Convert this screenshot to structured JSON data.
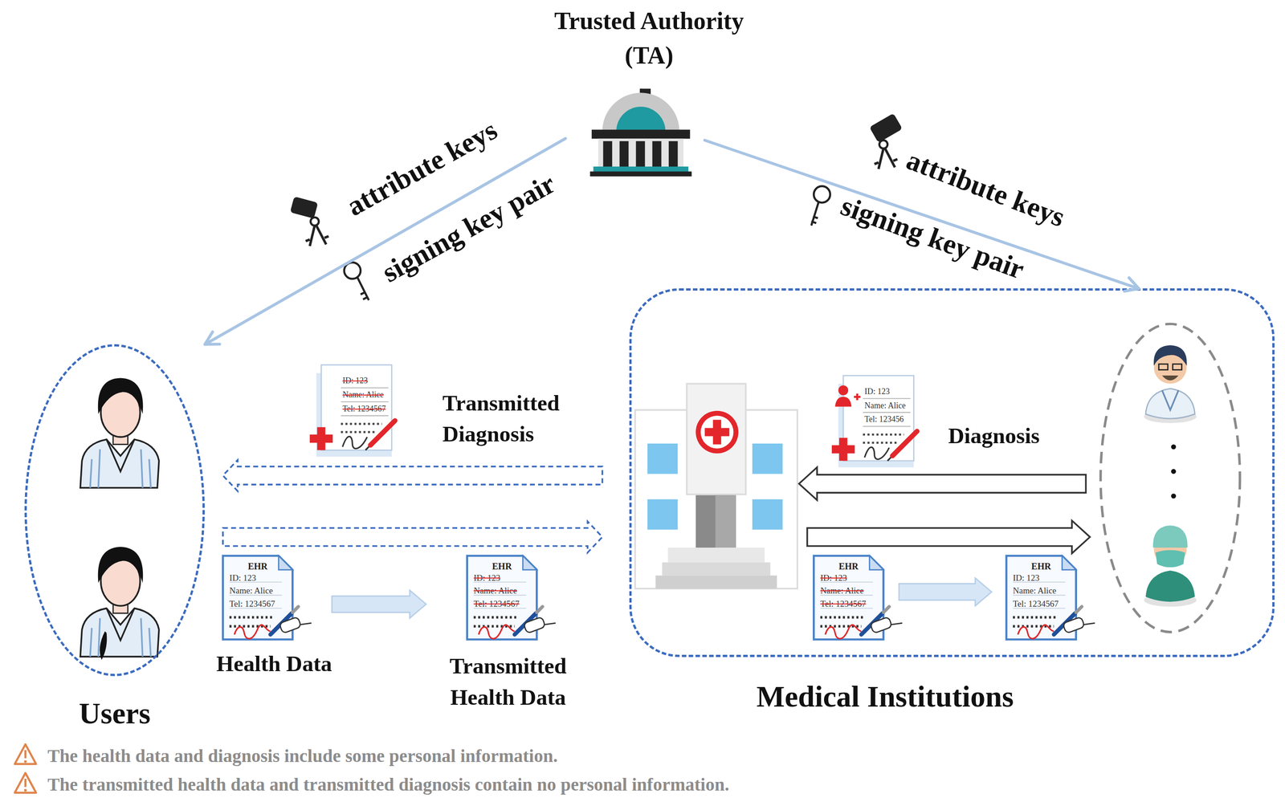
{
  "diagram": {
    "nodes": [
      {
        "text": [
          "Trusted Authority (TA)"
        ]
      },
      {
        "text": [
          "Users"
        ]
      },
      {
        "text": [
          "ID: 123",
          "Name: Alice",
          "Tel: 1234567",
          "Transmitted Diagnosis"
        ]
      },
      {
        "text": [
          "EHR",
          "ID: 123",
          "Name: Alice",
          "Tel: 1234567",
          "Health Data"
        ]
      },
      {
        "text": [
          "EHR",
          "ID: 123",
          "Name: Alice",
          "Tel: 1234567",
          "Transmitted Health Data"
        ]
      },
      {
        "text": [
          "Medical Institutions"
        ]
      },
      {
        "text": [
          "ID: 123",
          "Name: Alice",
          "Tel: 123456",
          "Diagnosis"
        ],
        "in": 5
      },
      {
        "text": [
          "EHR",
          "ID: 123",
          "Name: Alice",
          "Tel: 1234567"
        ],
        "in": 5
      },
      {
        "text": [
          "EHR",
          "ID: 123",
          "Name: Alice",
          "Tel: 1234567"
        ],
        "in": 5
      }
    ],
    "edges": [
      {
        "from": 0,
        "to": 1,
        "arrow": "to"
      },
      {
        "from": 0,
        "to": 5,
        "arrow": "to"
      },
      {
        "from": 5,
        "to": 1,
        "arrow": "to"
      },
      {
        "from": 1,
        "to": 5,
        "arrow": "to"
      },
      {
        "from": 3,
        "to": 4,
        "arrow": "to"
      },
      {
        "from": 7,
        "to": 8,
        "arrow": "to"
      }
    ],
    "labels": [
      "attribute keys",
      "signing key pair",
      "attribute keys",
      "signing key pair",
      "The health data and diagnosis include some personal information.",
      "The transmitted health data and transmitted diagnosis contain no personal information."
    ]
  }
}
